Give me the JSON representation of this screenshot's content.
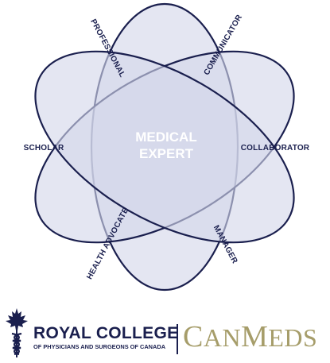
{
  "diagram": {
    "center": [
      "MEDICAL",
      "EXPERT"
    ],
    "roles": {
      "professional": "PROFESSIONAL",
      "communicator": "COMMUNICATOR",
      "scholar": "SCHOLAR",
      "collaborator": "COLLABORATOR",
      "health_advocate": "HEALTH ADVOCATE",
      "manager": "MANAGER"
    },
    "colors": {
      "outline": "#1a1f4e",
      "petal_fill": "#d3d7ea",
      "center_text": "#ffffff",
      "canmeds_gold": "#a69d6a"
    }
  },
  "footer": {
    "org_title": "ROYAL COLLEGE",
    "org_subtitle": "OF PHYSICIANS AND SURGEONS OF CANADA",
    "brand_initial": "C",
    "brand_rest_a": "AN",
    "brand_mid": "MEDS",
    "brand_initial_m": "M",
    "brand_rest_b": "EDS",
    "emblem": "maple-leaf-caduceus-icon"
  }
}
